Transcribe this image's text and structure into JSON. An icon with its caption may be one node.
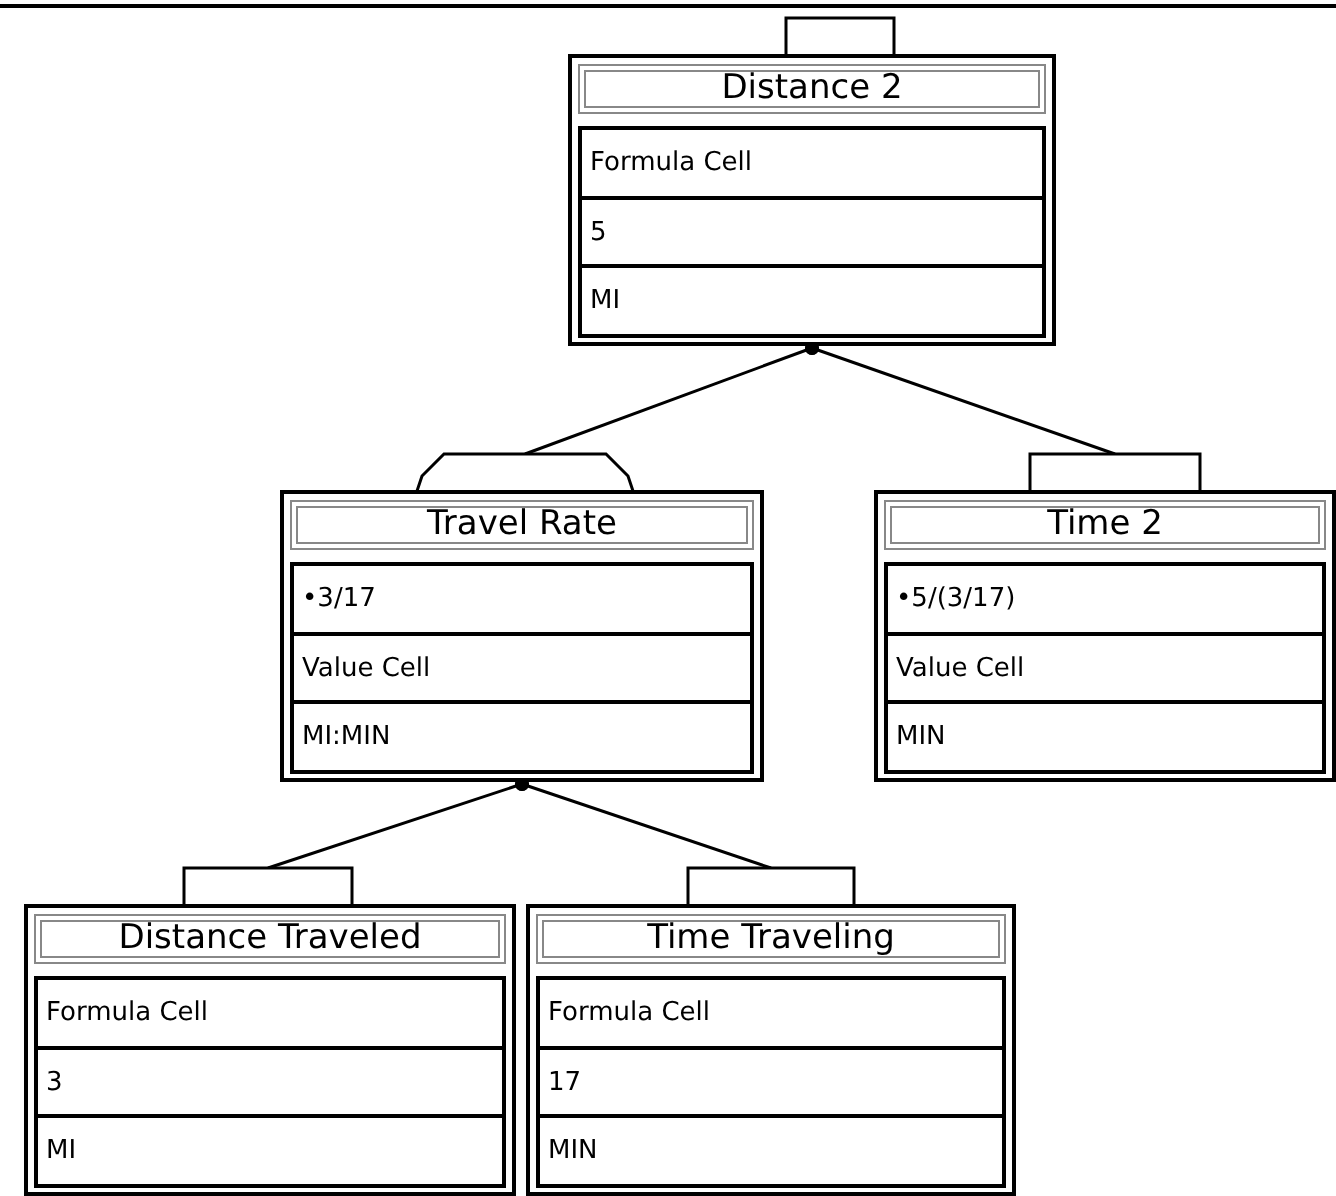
{
  "diagram": {
    "nodes": [
      {
        "text": [],
        "shape": "box"
      },
      {
        "text": [
          "Distance 2",
          "Formula Cell",
          "5",
          "MI"
        ]
      },
      {
        "text": [],
        "shape": "box"
      },
      {
        "text": [
          "Travel Rate",
          "•3/17",
          "Value Cell",
          "MI:MIN"
        ]
      },
      {
        "text": [],
        "shape": "box"
      },
      {
        "text": [
          "Time 2",
          "•5/(3/17)",
          "Value Cell",
          "MIN"
        ]
      },
      {
        "text": [],
        "shape": "box"
      },
      {
        "text": [
          "Distance Traveled",
          "Formula Cell",
          "3",
          "MI"
        ]
      },
      {
        "text": [],
        "shape": "box"
      },
      {
        "text": [
          "Time Traveling",
          "Formula Cell",
          "17",
          "MIN"
        ]
      }
    ],
    "edges": [
      {
        "from": 1,
        "to": 2,
        "arrow": "other"
      },
      {
        "from": 1,
        "to": 4,
        "arrow": "other"
      },
      {
        "from": 3,
        "to": 6,
        "arrow": "other"
      },
      {
        "from": 3,
        "to": 8,
        "arrow": "other"
      }
    ]
  }
}
